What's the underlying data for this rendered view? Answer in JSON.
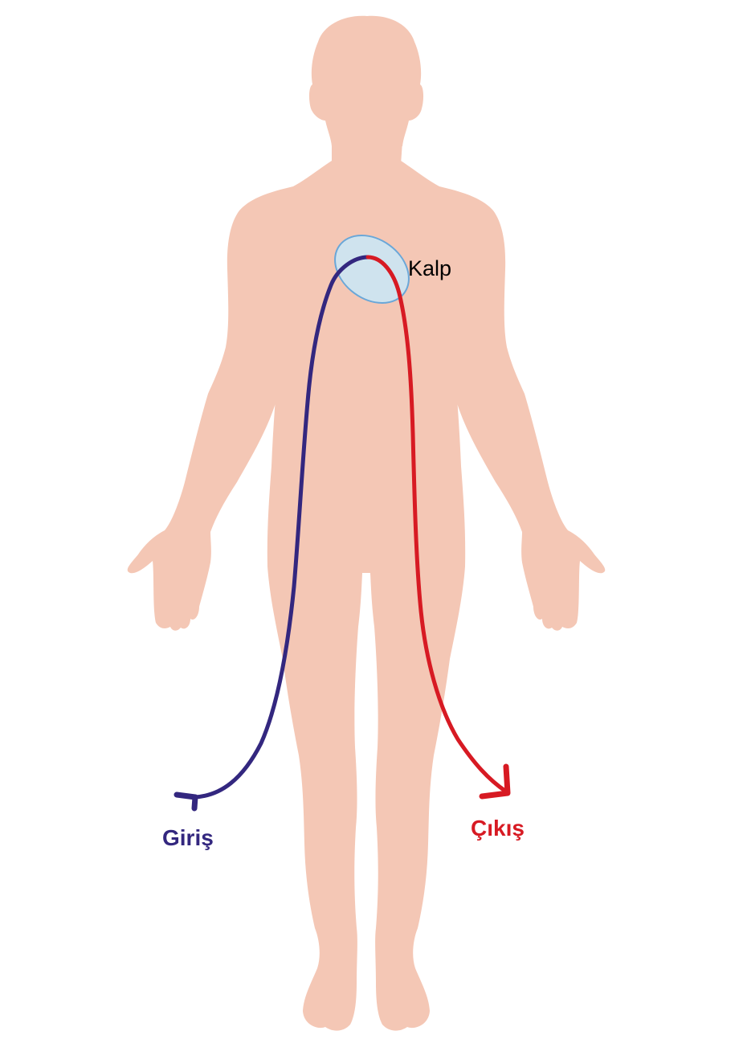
{
  "colors": {
    "background": "#ffffff",
    "body": "#f4c7b5",
    "heart_fill": "#cfe3ee",
    "heart_stroke": "#6aa7d8",
    "vein": "#33277f",
    "artery": "#d71a23",
    "heart_label": "#000000"
  },
  "labels": {
    "heart": "Kalp",
    "inlet": "Giriş",
    "outlet": "Çıkış"
  },
  "icons": {
    "inlet_marker": "y-fork-icon",
    "outlet_marker": "arrow-head-icon"
  }
}
